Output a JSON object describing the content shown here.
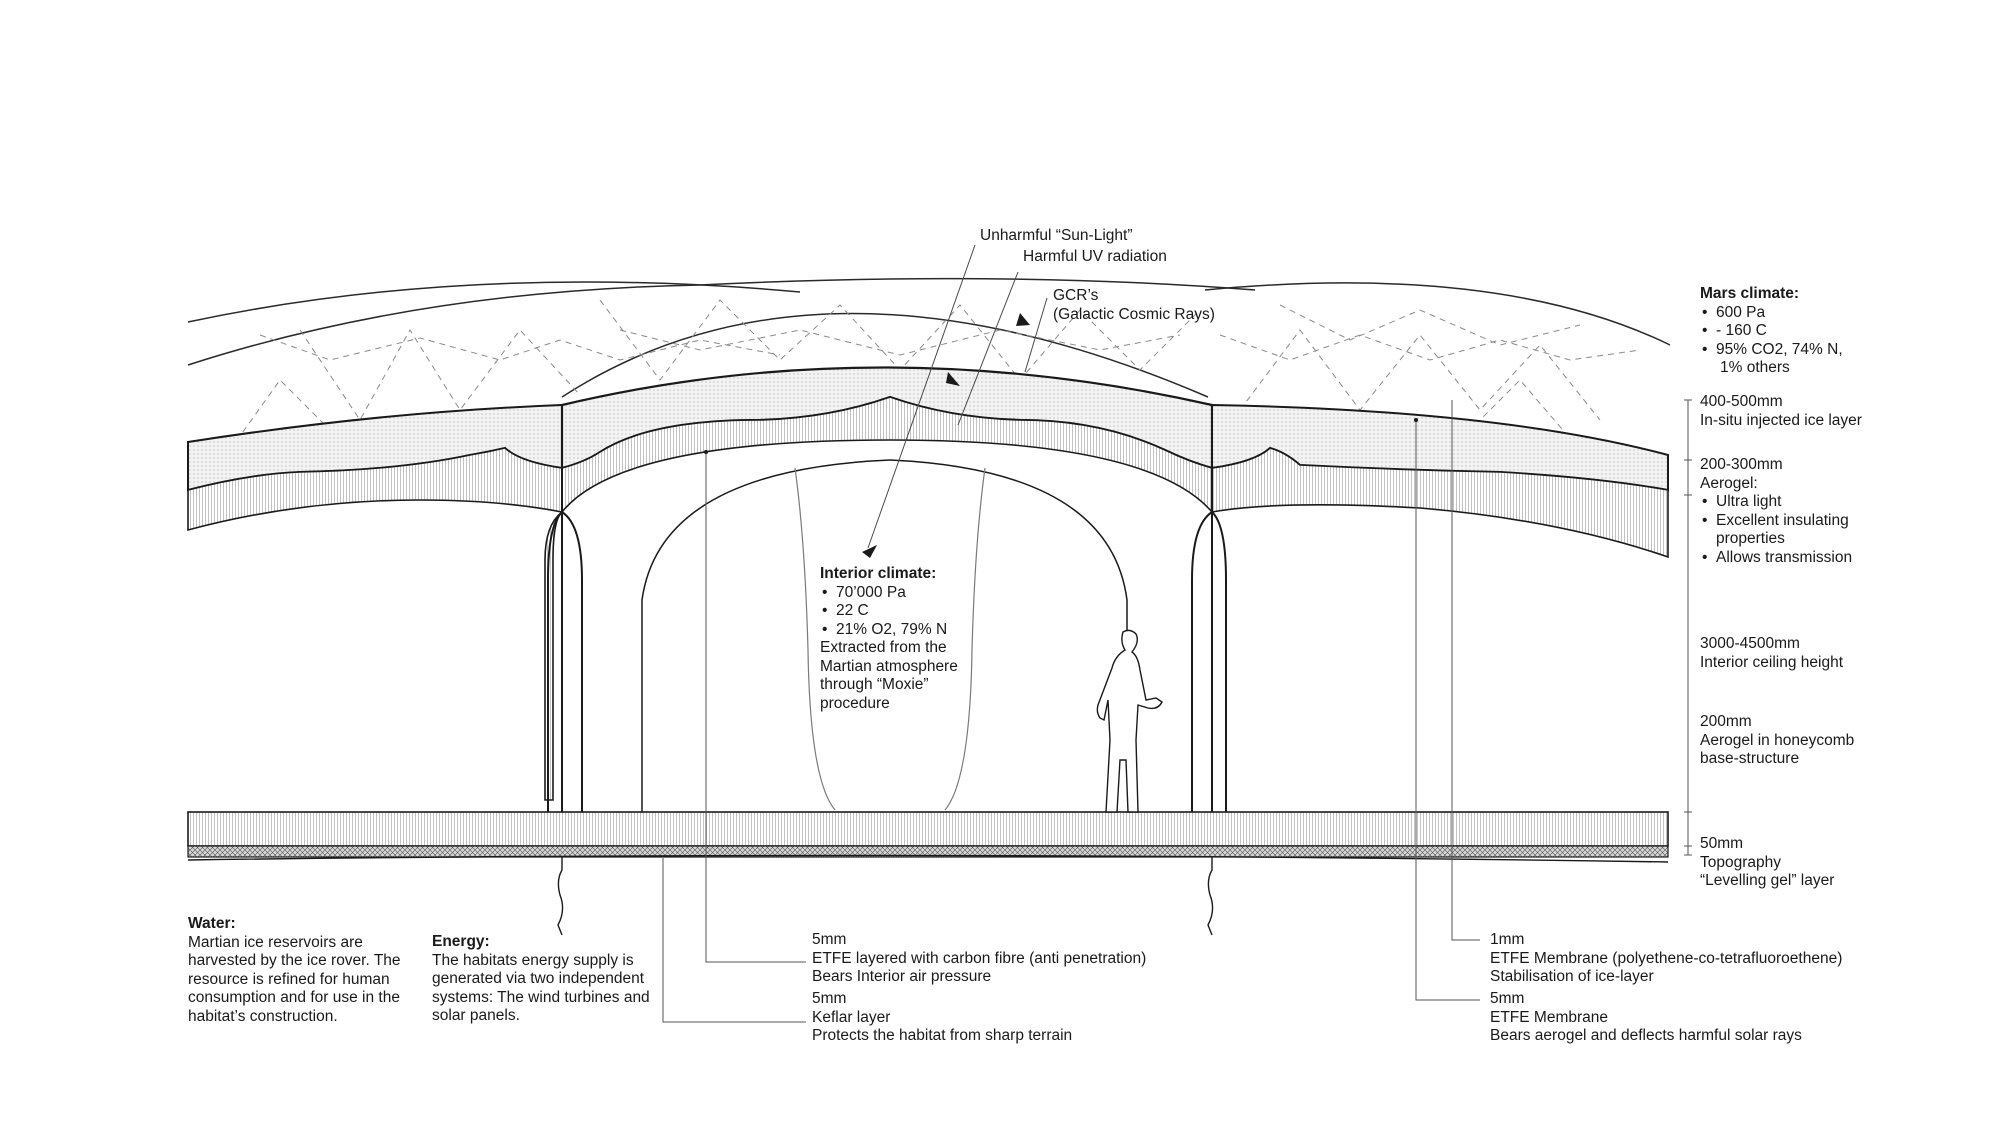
{
  "rays": {
    "sunlight": "Unharmful “Sun-Light”",
    "uv": "Harmful UV radiation",
    "gcr_1": "GCR’s",
    "gcr_2": "(Galactic Cosmic Rays)"
  },
  "mars_climate": {
    "title": "Mars climate:",
    "items": [
      "600 Pa",
      "- 160 C",
      "95% CO2, 74% N,",
      "1% others"
    ]
  },
  "interior_climate": {
    "title": "Interior climate:",
    "items": [
      "70’000 Pa",
      "22 C",
      "21% O2, 79% N"
    ],
    "note_lines": [
      "Extracted from the",
      "Martian atmosphere",
      "through “Moxie”",
      "procedure"
    ]
  },
  "layers_right": {
    "ice": {
      "size": "400-500mm",
      "desc": "In-situ injected ice layer"
    },
    "aerogel": {
      "size": "200-300mm",
      "desc": "Aerogel:",
      "items": [
        "Ultra light",
        "Excellent insulating",
        "properties",
        "Allows transmission"
      ]
    },
    "ceiling": {
      "size": "3000-4500mm",
      "desc": "Interior ceiling height"
    },
    "base": {
      "size": "200mm",
      "desc_1": "Aerogel in honeycomb",
      "desc_2": "base-structure"
    },
    "topo": {
      "size": "50mm",
      "desc_1": "Topography",
      "desc_2": "“Levelling gel” layer"
    }
  },
  "water": {
    "title": "Water:",
    "text": "Martian ice reservoirs are harvested by the ice rover. The resource is refined for human consumption and for use in the habitat’s construction."
  },
  "energy": {
    "title": "Energy:",
    "text": "The habitats energy supply is generated via two independent systems: The wind turbines and solar panels."
  },
  "layers_bottom": {
    "etfe_carbon": {
      "size": "5mm",
      "desc_1": "ETFE layered with carbon fibre (anti penetration)",
      "desc_2": "Bears Interior air pressure"
    },
    "keflar": {
      "size": "5mm",
      "desc_1": "Keflar layer",
      "desc_2": "Protects the habitat from sharp terrain"
    },
    "etfe_membrane_1": {
      "size": "1mm",
      "desc_1": "ETFE Membrane (polyethene-co-tetrafluoroethene)",
      "desc_2": "Stabilisation of ice-layer"
    },
    "etfe_membrane_2": {
      "size": "5mm",
      "desc_1": "ETFE Membrane",
      "desc_2": "Bears aerogel and deflects harmful solar rays"
    }
  }
}
